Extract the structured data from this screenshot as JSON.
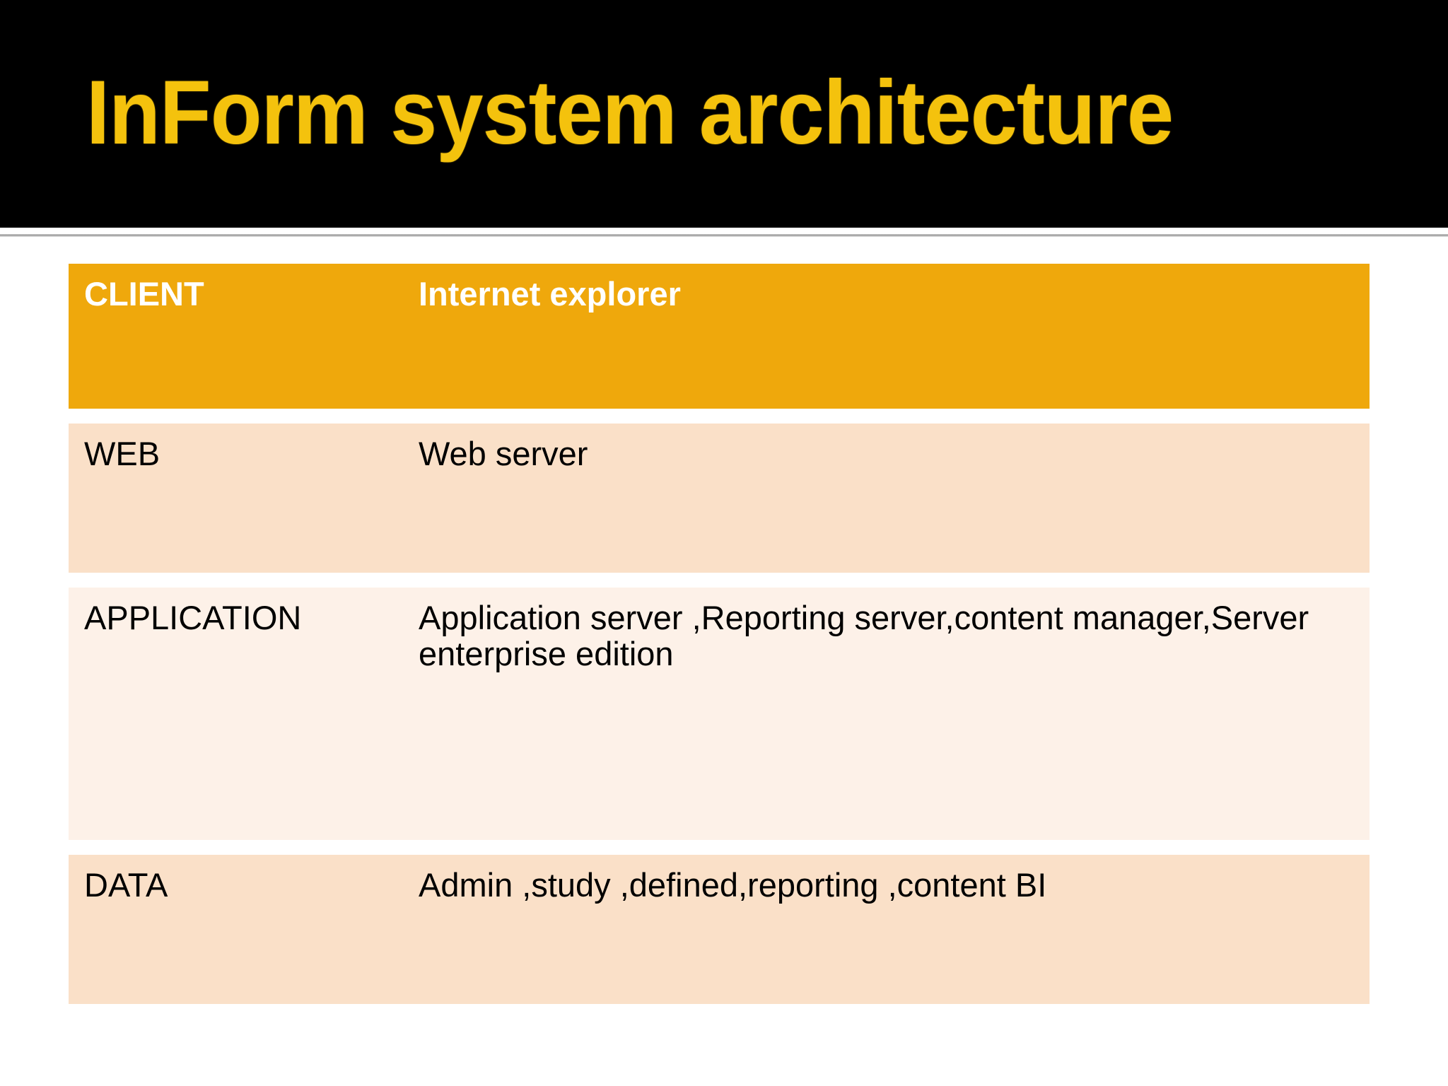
{
  "slide": {
    "title": "InForm system architecture",
    "title_color": "#F4C20D",
    "band_color": "#000000",
    "background_color": "#FFFFFF"
  },
  "table": {
    "header_bg": "#EFA80C",
    "header_text_color": "#FFFFFF",
    "row_bg_alt_a": "#FAE0C8",
    "row_bg_alt_b": "#FDF1E8",
    "header": {
      "layer": "CLIENT",
      "components": "Internet explorer"
    },
    "rows": [
      {
        "layer": "WEB",
        "components": "Web server"
      },
      {
        "layer": "APPLICATION",
        "components": "Application server ,Reporting server,content manager,Server enterprise edition"
      },
      {
        "layer": "DATA",
        "components": "Admin ,study ,defined,reporting ,content BI"
      }
    ]
  }
}
